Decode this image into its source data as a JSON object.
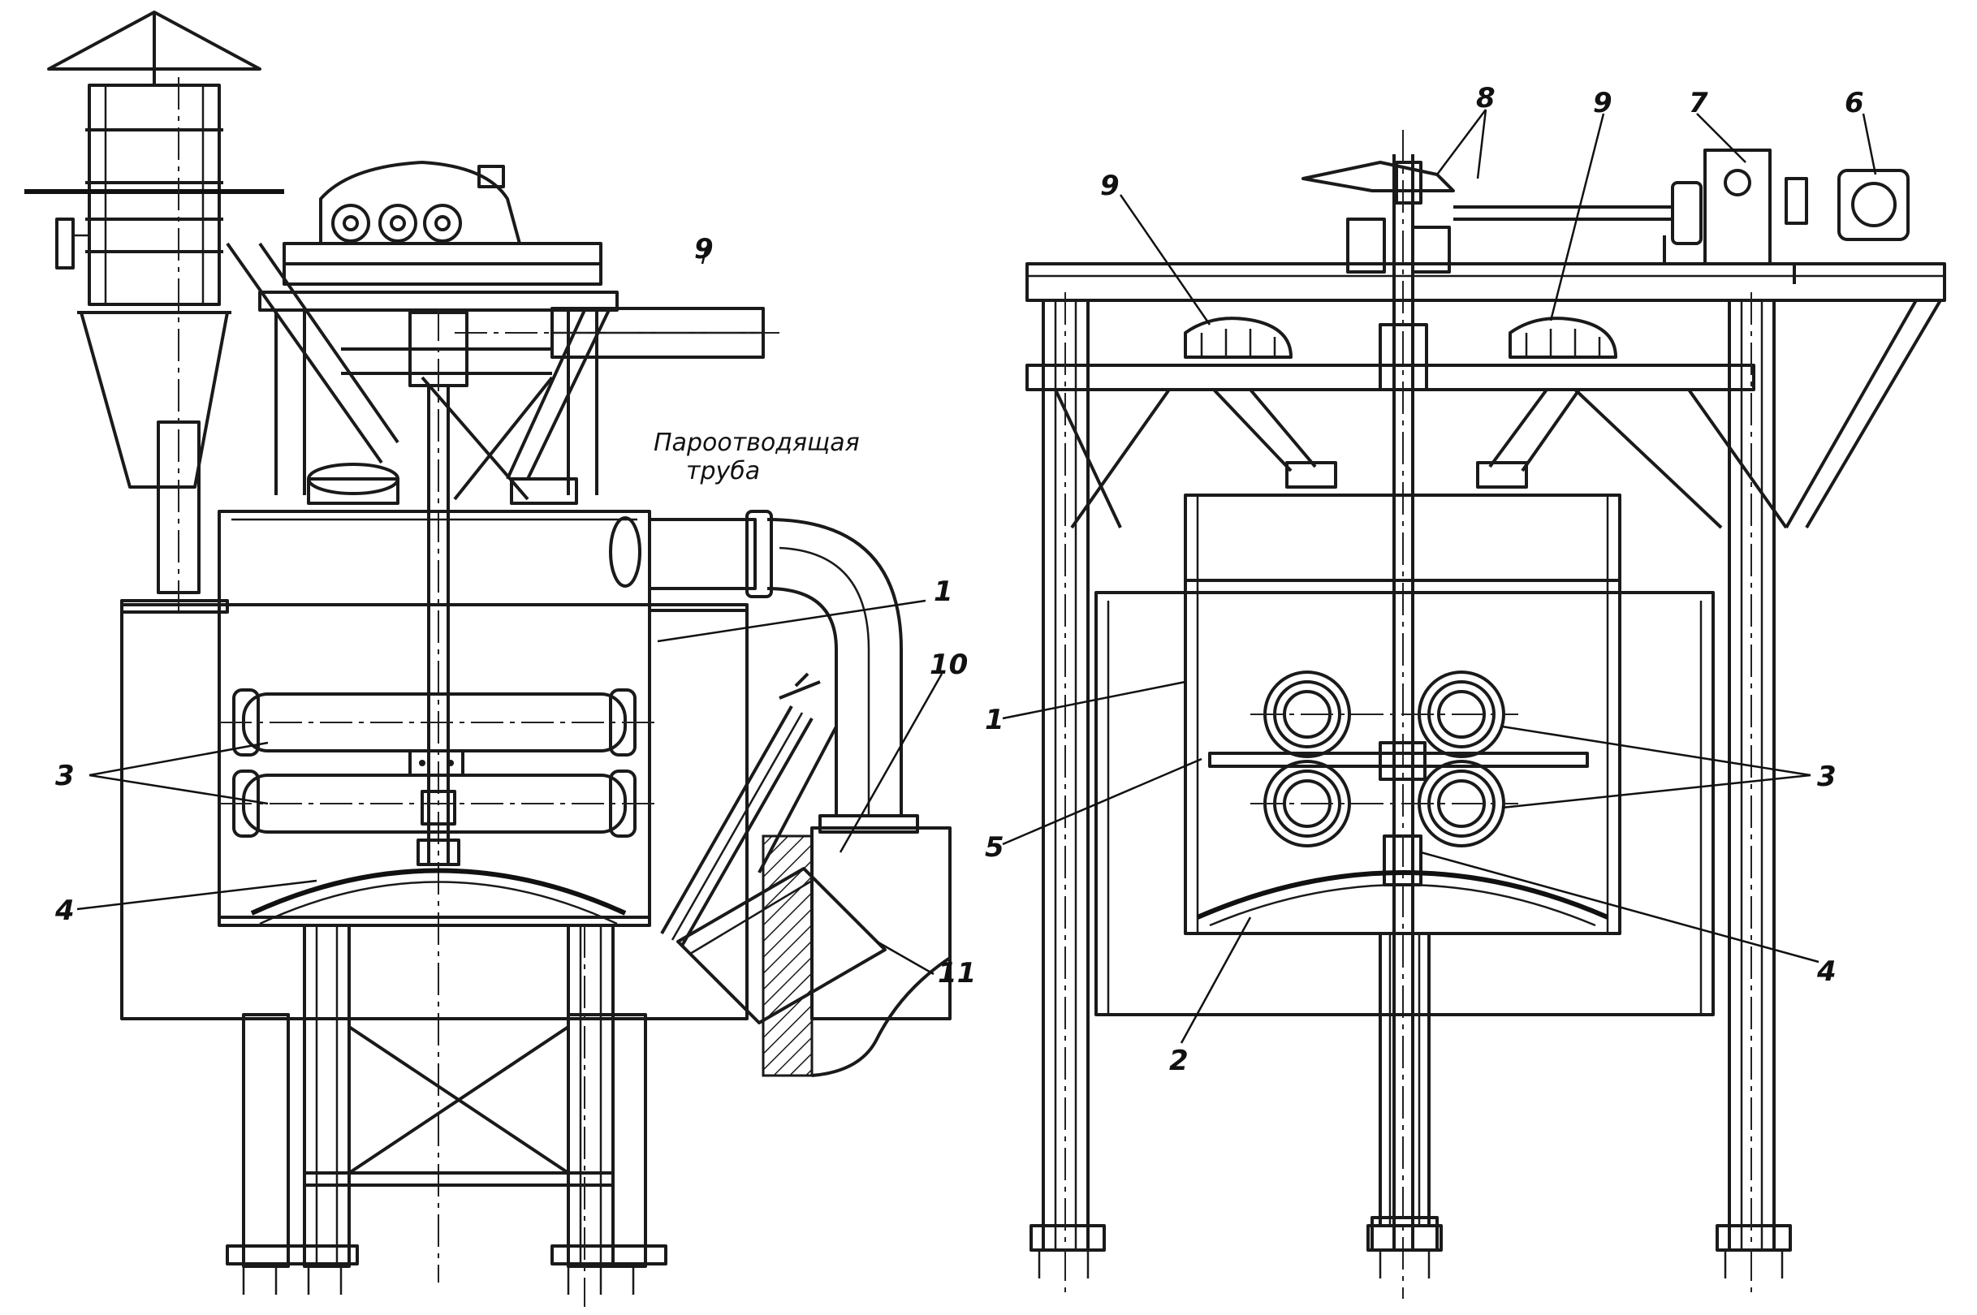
{
  "annotations": {
    "steam_pipe_line1": "Пароотводящая",
    "steam_pipe_line2": "труба"
  },
  "left_view": {
    "labels": {
      "l1": "1",
      "l3": "3",
      "l4": "4",
      "l9": "9",
      "l10": "10",
      "l11": "11"
    }
  },
  "right_view": {
    "labels": {
      "l1": "1",
      "l2": "2",
      "l3": "3",
      "l4": "4",
      "l5": "5",
      "l6": "6",
      "l7": "7",
      "l8": "8",
      "l9a": "9",
      "l9b": "9"
    }
  }
}
